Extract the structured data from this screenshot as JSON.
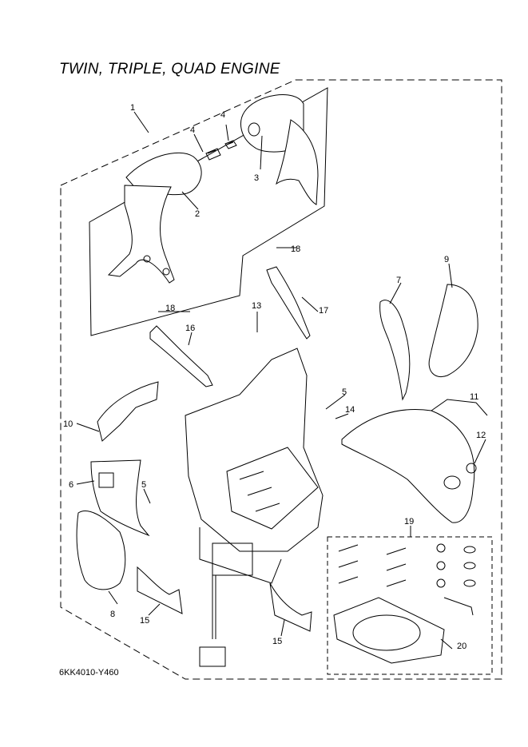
{
  "title": "TWIN, TRIPLE, QUAD ENGINE",
  "drawing_code": "6KK4010-Y460",
  "callouts": [
    {
      "id": "c1",
      "text": "1"
    },
    {
      "id": "c2",
      "text": "2"
    },
    {
      "id": "c3",
      "text": "3"
    },
    {
      "id": "c4a",
      "text": "4"
    },
    {
      "id": "c4b",
      "text": "4"
    },
    {
      "id": "c5a",
      "text": "5"
    },
    {
      "id": "c5b",
      "text": "5"
    },
    {
      "id": "c6",
      "text": "6"
    },
    {
      "id": "c7",
      "text": "7"
    },
    {
      "id": "c8",
      "text": "8"
    },
    {
      "id": "c9",
      "text": "9"
    },
    {
      "id": "c10",
      "text": "10"
    },
    {
      "id": "c11",
      "text": "11"
    },
    {
      "id": "c12",
      "text": "12"
    },
    {
      "id": "c13",
      "text": "13"
    },
    {
      "id": "c14",
      "text": "14"
    },
    {
      "id": "c15a",
      "text": "15"
    },
    {
      "id": "c15b",
      "text": "15"
    },
    {
      "id": "c16",
      "text": "16"
    },
    {
      "id": "c17",
      "text": "17"
    },
    {
      "id": "c18a",
      "text": "18"
    },
    {
      "id": "c18b",
      "text": "18"
    },
    {
      "id": "c19",
      "text": "19"
    },
    {
      "id": "c20",
      "text": "20"
    }
  ]
}
